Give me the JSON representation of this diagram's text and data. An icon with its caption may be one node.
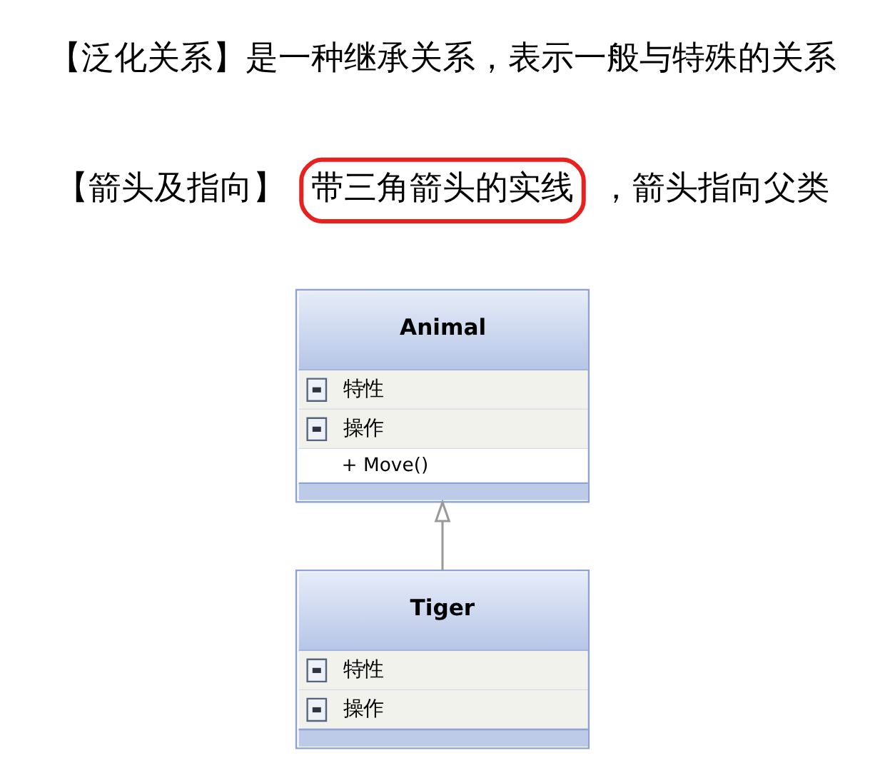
{
  "diagram": {
    "nodes": [
      {
        "text": [
          "带三角箭头的实线"
        ]
      },
      {
        "text": [
          "Animal",
          "特性",
          "操作",
          "+ Move()"
        ]
      },
      {
        "text": [
          "Tiger",
          "特性",
          "操作"
        ]
      }
    ],
    "edges": [
      {
        "from": 2,
        "to": 1,
        "arrow": "to"
      }
    ],
    "labels": [
      "【泛化关系】是一种继承关系，表示一般与特殊的关系",
      "【箭头及指向】",
      "，箭头指向父类"
    ]
  }
}
